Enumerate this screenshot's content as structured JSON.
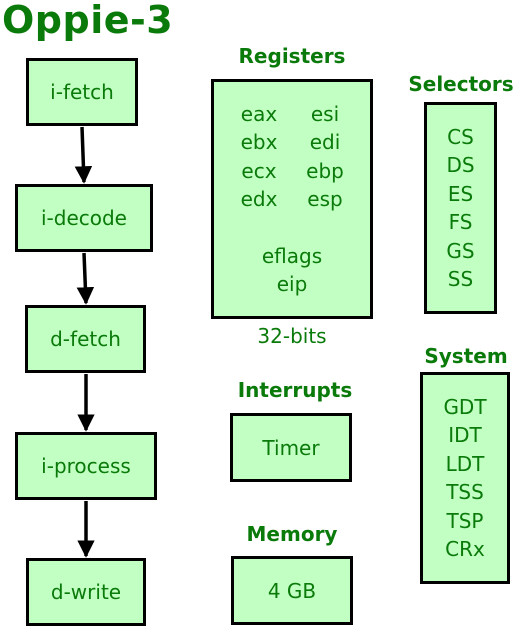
{
  "title": "Oppie-3",
  "pipeline": [
    "i-fetch",
    "i-decode",
    "d-fetch",
    "i-process",
    "d-write"
  ],
  "registers": {
    "heading": "Registers",
    "grid": [
      "eax",
      "esi",
      "ebx",
      "edi",
      "ecx",
      "ebp",
      "edx",
      "esp"
    ],
    "extra": [
      "eflags",
      "eip"
    ],
    "caption": "32-bits"
  },
  "selectors": {
    "heading": "Selectors",
    "items": [
      "CS",
      "DS",
      "ES",
      "FS",
      "GS",
      "SS"
    ]
  },
  "interrupts": {
    "heading": "Interrupts",
    "box": "Timer"
  },
  "memory": {
    "heading": "Memory",
    "box": "4 GB"
  },
  "system": {
    "heading": "System",
    "items": [
      "GDT",
      "IDT",
      "LDT",
      "TSS",
      "TSP",
      "CRx"
    ]
  },
  "colors": {
    "text": "#0a7a0a",
    "box_fill": "#c2ffc2",
    "border": "#000000"
  }
}
